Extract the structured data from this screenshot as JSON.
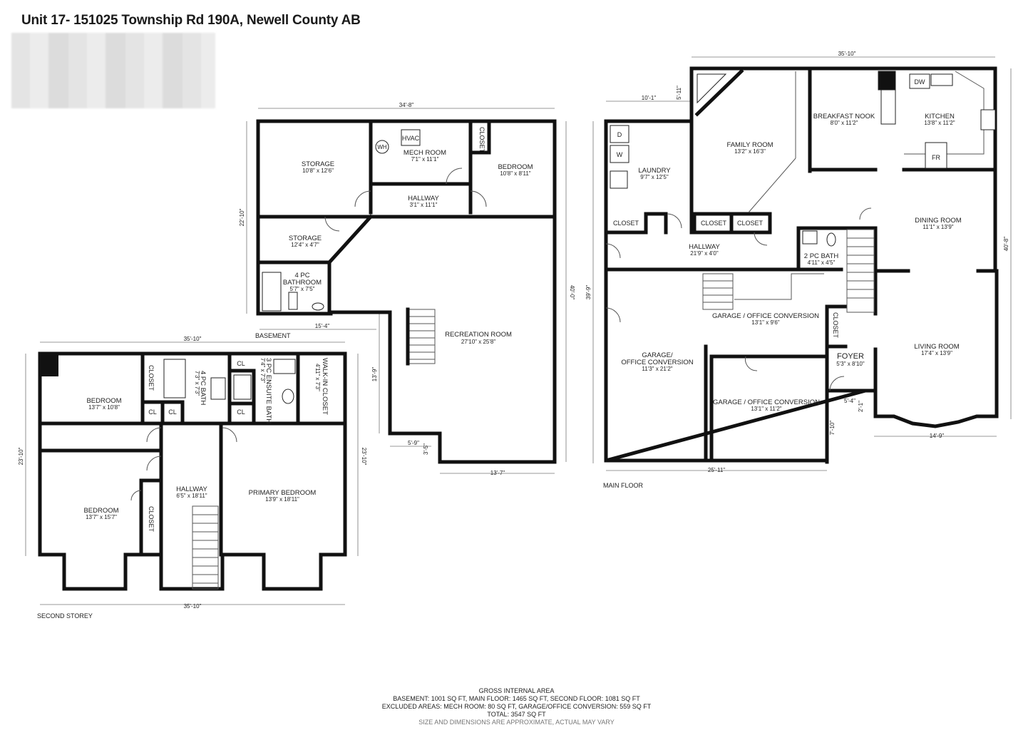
{
  "title": "Unit 17- 151025 Township Rd 190A, Newell County AB",
  "floors": {
    "basement": {
      "label": "BASEMENT",
      "dims": {
        "top": "34'-8\"",
        "left": "22'-10\"",
        "right": "40'-0\"",
        "stairs": "15'-4\"",
        "inner": "13'-9\"",
        "step": "5'-9\"",
        "jog": "3'-5\"",
        "bottom": "13'-7\""
      },
      "rooms": [
        {
          "name": "STORAGE",
          "size": "10'8\" x 12'6\""
        },
        {
          "name": "MECH ROOM",
          "size": "7'1\" x 11'1\""
        },
        {
          "name": "BEDROOM",
          "size": "10'8\" x 8'11\""
        },
        {
          "name": "HALLWAY",
          "size": "3'1\" x 11'1\""
        },
        {
          "name": "STORAGE",
          "size": "12'4\" x 4'7\""
        },
        {
          "name": "4 PC",
          "name2": "BATHROOM",
          "size": "5'7\" x 7'5\""
        },
        {
          "name": "RECREATION ROOM",
          "size": "27'10\" x 25'8\""
        }
      ],
      "tags": {
        "closet": "CLOSET",
        "hvac": "HVAC",
        "wh": "WH"
      }
    },
    "main": {
      "label": "MAIN FLOOR",
      "dims": {
        "top": "35'-10\"",
        "laundry_top": "10'-1\"",
        "jog": "5'-11\"",
        "left": "39'-9\"",
        "right": "40'-8\"",
        "bottom": "25'-11\"",
        "living": "14'-9\"",
        "foyer_w": "5'-4\"",
        "foyer_h": "2'-1\"",
        "foyer_drop": "7'-10\""
      },
      "rooms": [
        {
          "name": "FAMILY ROOM",
          "size": "13'2\" x 16'3\""
        },
        {
          "name": "BREAKFAST NOOK",
          "size": "8'0\" x 11'2\""
        },
        {
          "name": "KITCHEN",
          "size": "13'8\" x 11'2\""
        },
        {
          "name": "LAUNDRY",
          "size": "9'7\" x 12'5\""
        },
        {
          "name": "DINING ROOM",
          "size": "11'1\" x 13'9\""
        },
        {
          "name": "HALLWAY",
          "size": "21'9\" x 4'0\""
        },
        {
          "name": "2 PC BATH",
          "size": "4'11\" x 4'5\""
        },
        {
          "name": "GARAGE / OFFICE CONVERSION",
          "size": "13'1\" x 9'6\""
        },
        {
          "name": "GARAGE/",
          "name2": "OFFICE CONVERSION",
          "size": "11'3\" x 21'2\""
        },
        {
          "name": "GARAGE / OFFICE CONVERSION",
          "size": "13'1\" x 11'2\""
        },
        {
          "name": "FOYER",
          "size": "5'3\" x 8'10\""
        },
        {
          "name": "LIVING ROOM",
          "size": "17'4\" x 13'9\""
        }
      ],
      "tags": {
        "closet": "CLOSET",
        "d": "D",
        "w": "W",
        "dw": "DW",
        "fr": "FR"
      }
    },
    "second": {
      "label": "SECOND STOREY",
      "dims": {
        "top": "35'-10\"",
        "bottom": "35'-10\"",
        "left": "23'-10\"",
        "right": "23'-10\""
      },
      "rooms": [
        {
          "name": "BEDROOM",
          "size": "13'7\" x 10'8\""
        },
        {
          "name": "4 PC BATH",
          "size": "7'3\" x 7'3\""
        },
        {
          "name": "3 PC ENSUITE BATH",
          "size": "7'4\" x 7'3\""
        },
        {
          "name": "WALK-IN CLOSET",
          "size": "4'11\" x 7'3\""
        },
        {
          "name": "BEDROOM",
          "size": "13'7\" x 15'7\""
        },
        {
          "name": "HALLWAY",
          "size": "6'5\" x 18'11\""
        },
        {
          "name": "PRIMARY BEDROOM",
          "size": "13'9\" x 18'11\""
        }
      ],
      "tags": {
        "closet": "CLOSET",
        "cl": "CL"
      }
    }
  },
  "footer": {
    "heading": "GROSS INTERNAL AREA",
    "line1": "BASEMENT: 1001 SQ FT, MAIN FLOOR: 1465 SQ FT, SECOND FLOOR: 1081 SQ FT",
    "line2": "EXCLUDED AREAS: MECH ROOM: 80 SQ FT, GARAGE/OFFICE CONVERSION: 559 SQ FT",
    "line3": "TOTAL: 3547 SQ FT",
    "note": "SIZE AND DIMENSIONS ARE APPROXIMATE, ACTUAL MAY VARY"
  }
}
